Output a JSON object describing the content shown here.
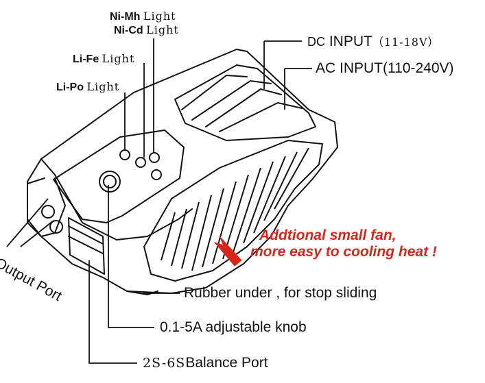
{
  "labels": {
    "nimh_name": "Ni-Mh",
    "nimh_light": "Light",
    "nicd_name": "Ni-Cd",
    "nicd_light": "Light",
    "life_name": "Li-Fe",
    "life_light": "Light",
    "lipo_name": "Li-Po",
    "lipo_light": "Light",
    "dc_input_name": "DC",
    "dc_input_rest": "INPUT",
    "dc_input_range": "（11-18V）",
    "ac_input_name": "AC INPUT",
    "ac_input_range": "(110-240V)",
    "output_port": "Output Port",
    "rubber_under": "Rubber under , for stop sliding",
    "knob": "0.1-5A adjustable knob",
    "balance_range": "2S-6S",
    "balance_name": "Balance Port",
    "fan_line1": "Addtional small fan,",
    "fan_line2": "more easy to cooling heat !"
  },
  "colors": {
    "callout": "#d9261c",
    "line": "#111111"
  }
}
